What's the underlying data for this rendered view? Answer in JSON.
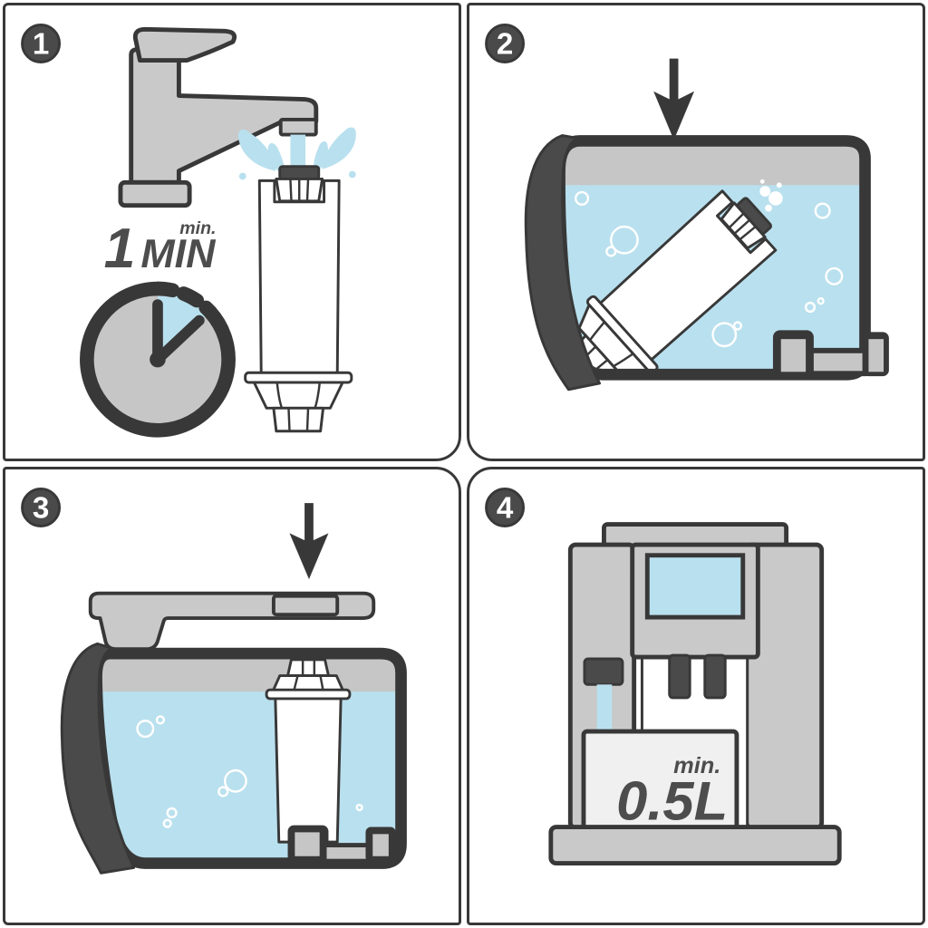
{
  "colors": {
    "outline": "#383838",
    "dark": "#4a4a4a",
    "gray": "#c9c9c9",
    "water": "#b9e0ee",
    "offwhite": "#f0f0f0",
    "textcolor": "#4d4d4d"
  },
  "panels": [
    {
      "step": "1",
      "time_value": "1",
      "time_unit": "MIN",
      "time_abbrev": "min.",
      "icons": [
        "faucet-icon",
        "water-splash-icon",
        "filter-cartridge-icon",
        "timer-icon"
      ]
    },
    {
      "step": "2",
      "icons": [
        "down-arrow-icon",
        "water-tank-icon",
        "filter-cartridge-icon",
        "bubbles-icon",
        "tank-valve-icon"
      ]
    },
    {
      "step": "3",
      "icons": [
        "down-arrow-icon",
        "tank-lid-icon",
        "water-tank-icon",
        "filter-cartridge-icon",
        "tank-valve-icon"
      ]
    },
    {
      "step": "4",
      "volume_abbrev": "min.",
      "volume_value": "0.5L",
      "icons": [
        "coffee-machine-icon",
        "machine-display-icon",
        "water-tap-icon",
        "dispenser-spouts-icon"
      ]
    }
  ]
}
